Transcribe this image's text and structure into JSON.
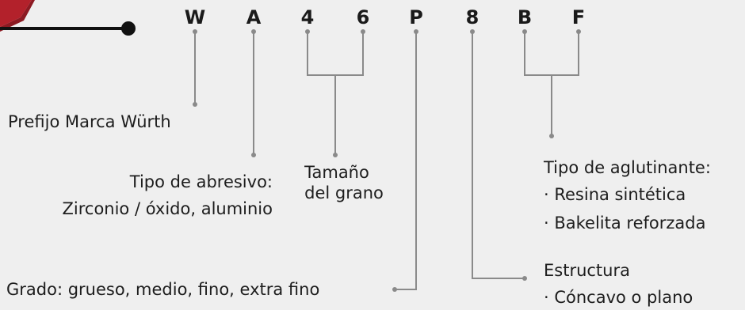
{
  "colors": {
    "background": "#efefef",
    "connector": "#8a8a8a",
    "text": "#1d1d1d",
    "logo_red": "#b3212b"
  },
  "code_letters": [
    "W",
    "A",
    "4",
    "6",
    "P",
    "8",
    "B",
    "F"
  ],
  "labels": {
    "prefix": "Prefijo Marca Würth",
    "abrasive_title": "Tipo de abresivo:",
    "abrasive_detail": "Zirconio / óxido, aluminio",
    "grain_line1": "Tamaño",
    "grain_line2": "del grano",
    "grade": "Grado: grueso, medio, fino, extra fino",
    "binder_title": "Tipo de aglutinante:",
    "binder_item1": "· Resina sintética",
    "binder_item2": "· Bakelita reforzada",
    "structure_title": "Estructura",
    "structure_item1": "· Cóncavo o plano"
  }
}
